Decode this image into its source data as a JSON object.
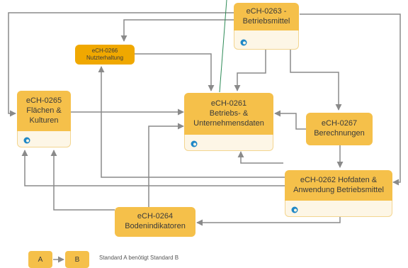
{
  "nodes": {
    "n0263": {
      "lines": [
        "eCH-0263 -",
        "Betriebsmittel"
      ]
    },
    "n0266": {
      "lines": [
        "eCH-0266",
        "Nutzterhaltung"
      ]
    },
    "n0265": {
      "lines": [
        "eCH-0265",
        "Flächen &",
        "Kulturen"
      ]
    },
    "n0261": {
      "lines": [
        "eCH-0261",
        "Betriebs- &",
        "Unternehmensdaten"
      ]
    },
    "n0267": {
      "lines": [
        "eCH-0267",
        "Berechnungen"
      ]
    },
    "n0262": {
      "lines": [
        "eCH-0262 Hofdaten &",
        "Anwendung Betriebsmittel"
      ]
    },
    "n0264": {
      "lines": [
        "eCH-0264",
        "Bodenindikatoren"
      ]
    }
  },
  "legend": {
    "a": "A",
    "b": "B",
    "text": "Standard A benötigt Standard B"
  },
  "colors": {
    "node": "#f5c04a",
    "node_dark": "#f0a800",
    "footer": "#fdf6e6",
    "edge": "#8a8a8a",
    "marker": "#2e8b57",
    "logo": "#1e88c7"
  },
  "icons": {
    "logo": "edge-browser-icon"
  }
}
